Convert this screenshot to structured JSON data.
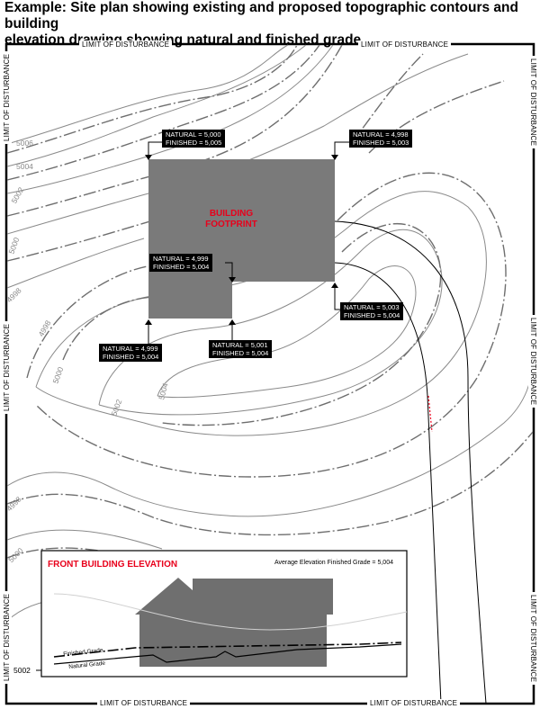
{
  "heading": {
    "line1": "Example: Site plan showing existing and proposed topographic contours and building",
    "line2": "elevation drawing showing natural and finished grade."
  },
  "limit_label": "LIMIT OF DISTURBANCE",
  "footprint": {
    "line1": "BUILDING",
    "line2": "FOOTPRINT"
  },
  "callouts": [
    {
      "natural": "NATURAL = 5,000",
      "finished": "FINISHED = 5,005"
    },
    {
      "natural": "NATURAL = 4,998",
      "finished": "FINISHED = 5,003"
    },
    {
      "natural": "NATURAL = 4,999",
      "finished": "FINISHED = 5,004"
    },
    {
      "natural": "NATURAL = 5,003",
      "finished": "FINISHED = 5,004"
    },
    {
      "natural": "NATURAL = 4,999",
      "finished": "FINISHED = 5,004"
    },
    {
      "natural": "NATURAL = 5,001",
      "finished": "FINISHED = 5,004"
    }
  ],
  "contour_labels": [
    "5006",
    "5004",
    "5002",
    "5000",
    "4998",
    "4998",
    "5000",
    "5002",
    "5004",
    "4998",
    "5000",
    "5002"
  ],
  "elevation_panel": {
    "title": "FRONT BUILDING ELEVATION",
    "note": "Average Elevation Finished Grade = 5,004",
    "finished_grade": "Finished Grade",
    "natural_grade": "Natural Grade"
  },
  "colors": {
    "building": "#7a7a7a",
    "label_red": "#e8001b",
    "contour": "#8a8a8a",
    "callout_bg": "#000000"
  }
}
